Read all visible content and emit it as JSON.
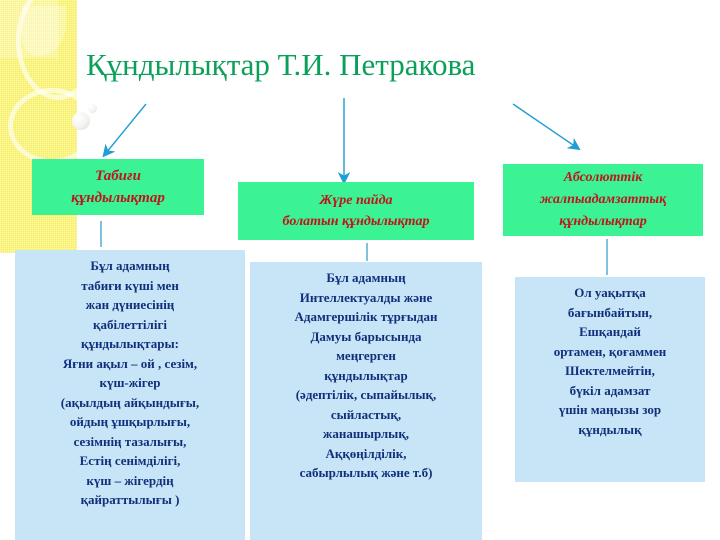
{
  "slide": {
    "background_color": "#ffffff",
    "title": "Құндылықтар Т.И. Петракова",
    "title_color": "#0aa05a",
    "accent_colors": {
      "header_box_fill": "#3bf294",
      "header_box_text": "#c0141a",
      "body_box_fill": "#c8e5f7",
      "body_box_text": "#10307c",
      "arrow": "#1f9ed4",
      "decoration": "#f7ef55"
    }
  },
  "decoration": {
    "band_name": "yellow-corner-band",
    "shapes": [
      "square",
      "ring",
      "ring",
      "pearl",
      "pearl"
    ]
  },
  "arrows": [
    {
      "name": "arrow-to-natural",
      "direction": "down-left"
    },
    {
      "name": "arrow-to-acquired",
      "direction": "down"
    },
    {
      "name": "arrow-to-absolute",
      "direction": "down-right"
    }
  ],
  "columns": [
    {
      "id": "natural",
      "header_lines": [
        "Табиғи",
        "құндылықтар"
      ],
      "body_lines": [
        "Бұл адамның",
        "табиғи күші мен",
        "жан дүниесінің",
        "қабілеттілігі",
        "құндылықтары:",
        "Яғни ақыл – ой , сезім,",
        "күш-жігер",
        "(ақылдың айқындығы,",
        "ойдың ұшқырлығы,",
        "сезімнің тазалығы,",
        "Естің сенімділігі,",
        "күш – жігердің",
        "қайраттылығы )"
      ]
    },
    {
      "id": "acquired",
      "header_lines": [
        "Жүре пайда",
        "болатын құндылықтар"
      ],
      "body_lines": [
        "Бұл адамның",
        "Интеллектуалды және",
        "Адамгершілік тұрғыдан",
        "Дамуы барысында",
        "меңгерген",
        "құндылықтар",
        "(әдептілік, сыпайылық,",
        "сыйластық,",
        "жанашырлық,",
        "Аққөңілділік,",
        "сабырлылық және т.б)"
      ]
    },
    {
      "id": "absolute",
      "header_lines": [
        "Абсолюттік",
        "жалпыадамзаттық",
        "құндылықтар"
      ],
      "body_lines": [
        "Ол уақытқа",
        "бағынбайтын,",
        "Ешқандай",
        "ортамен, қоғаммен",
        "Шектелмейтін,",
        "бүкіл адамзат",
        "үшін маңызы зор",
        "құндылық"
      ]
    }
  ]
}
